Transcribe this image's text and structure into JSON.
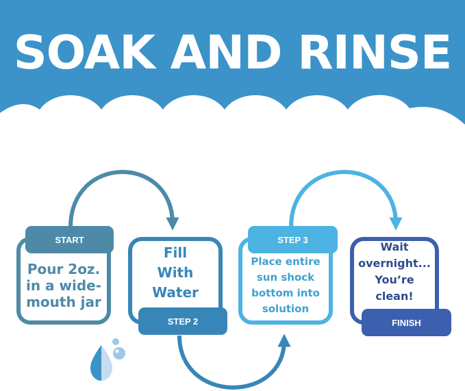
{
  "header": {
    "title": "SOAK AND RINSE",
    "background_color": "#3b93c9"
  },
  "steps": [
    {
      "tag": "START",
      "text": "Pour 2oz. in a wide-mouth jar",
      "color": "#4e8aa8"
    },
    {
      "tag": "STEP 2",
      "text": "Fill With Water",
      "color": "#3886b8"
    },
    {
      "tag": "STEP 3",
      "text": "Place entire sun shock bottom into solution",
      "color": "#4cb3e2"
    },
    {
      "tag": "FINISH",
      "text": "Wait overnight... You’re clean!",
      "color": "#3c60ae"
    }
  ],
  "icons": {
    "water_drop": "water-drop-icon"
  }
}
